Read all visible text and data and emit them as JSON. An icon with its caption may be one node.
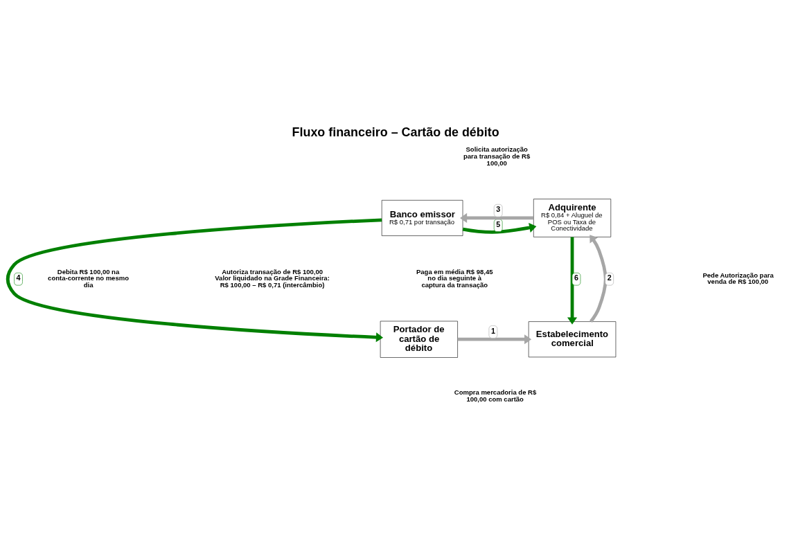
{
  "diagram": {
    "title": "Fluxo financeiro – Cartão de débito",
    "nodes": [
      {
        "text": [
          "Banco emissor",
          "R$ 0,71 por transação"
        ]
      },
      {
        "text": [
          "Adquirente",
          "R$ 0,84 + Aluguel de POS ou Taxa de Conectividade"
        ]
      },
      {
        "text": [
          "Portador de cartão de débito"
        ]
      },
      {
        "text": [
          "Estabelecimento comercial"
        ]
      }
    ],
    "edges": [
      {
        "from": 2,
        "to": 3,
        "arrow": "to",
        "label": "1",
        "color": "#a6a6a6"
      },
      {
        "from": 3,
        "to": 1,
        "arrow": "to",
        "label": "2",
        "color": "#a6a6a6"
      },
      {
        "from": 1,
        "to": 0,
        "arrow": "to",
        "label": "3",
        "color": "#a6a6a6"
      },
      {
        "from": 0,
        "to": 2,
        "arrow": "to",
        "label": "4",
        "color": "#008000"
      },
      {
        "from": 0,
        "to": 1,
        "arrow": "to",
        "label": "5",
        "color": "#008000"
      },
      {
        "from": 1,
        "to": 3,
        "arrow": "to",
        "label": "6",
        "color": "#008000"
      }
    ],
    "labels": [
      "Solicita autorização para transação de R$ 100,00",
      "Autoriza transação de R$ 100,00 Valor liquidado na Grade Financeira: R$ 100,00 – R$ 0,71 (intercâmbio)",
      "Debita R$ 100,00 na conta-corrente no mesmo dia",
      "Paga em média R$ 98,45 no dia seguinte à captura da transação",
      "Pede Autorização para venda de R$ 100,00",
      "Compra mercadoria de R$ 100,00 com cartão"
    ]
  }
}
